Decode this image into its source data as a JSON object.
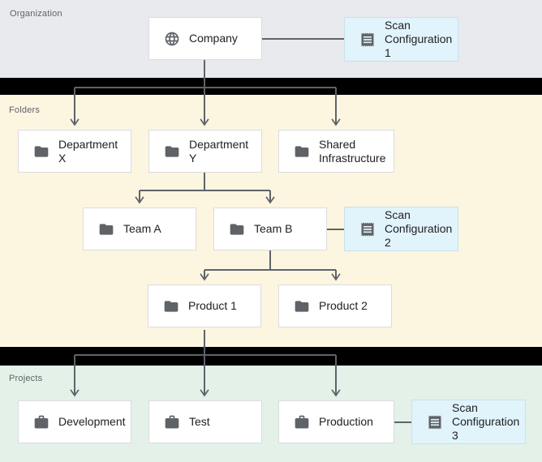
{
  "sections": {
    "organization": {
      "label": "Organization"
    },
    "folders": {
      "label": "Folders"
    },
    "projects": {
      "label": "Projects"
    }
  },
  "nodes": {
    "company": {
      "label": "Company",
      "icon": "globe-icon",
      "type": "organization"
    },
    "scan_config_1": {
      "label": "Scan Configuration 1",
      "icon": "scan-config-icon",
      "type": "scan-configuration"
    },
    "department_x": {
      "label": "Department X",
      "icon": "folder-icon",
      "type": "folder"
    },
    "department_y": {
      "label": "Department Y",
      "icon": "folder-icon",
      "type": "folder"
    },
    "shared_infrastructure": {
      "label": "Shared Infrastructure",
      "icon": "folder-icon",
      "type": "folder"
    },
    "team_a": {
      "label": "Team A",
      "icon": "folder-icon",
      "type": "folder"
    },
    "team_b": {
      "label": "Team B",
      "icon": "folder-icon",
      "type": "folder"
    },
    "scan_config_2": {
      "label": "Scan Configuration 2",
      "icon": "scan-config-icon",
      "type": "scan-configuration"
    },
    "product_1": {
      "label": "Product 1",
      "icon": "folder-icon",
      "type": "folder"
    },
    "product_2": {
      "label": "Product 2",
      "icon": "folder-icon",
      "type": "folder"
    },
    "development": {
      "label": "Development",
      "icon": "briefcase-icon",
      "type": "project"
    },
    "test": {
      "label": "Test",
      "icon": "briefcase-icon",
      "type": "project"
    },
    "production": {
      "label": "Production",
      "icon": "briefcase-icon",
      "type": "project"
    },
    "scan_config_3": {
      "label": "Scan Configuration 3",
      "icon": "scan-config-icon",
      "type": "scan-configuration"
    }
  },
  "edges": [
    "company -> department_x",
    "company -> department_y",
    "company -> shared_infrastructure",
    "company - scan_config_1",
    "department_y -> team_a",
    "department_y -> team_b",
    "team_b - scan_config_2",
    "team_b -> product_1",
    "team_b -> product_2",
    "product_1 -> development",
    "product_1 -> test",
    "product_1 -> production",
    "production - scan_config_3"
  ],
  "colors": {
    "organization_bg": "#e8eaed",
    "folders_bg": "#fcf5e0",
    "projects_bg": "#e3f1e8",
    "divider_bar": "#000000",
    "node_bg": "#ffffff",
    "node_border": "#dadce0",
    "scan_config_bg": "#e1f3fb",
    "scan_config_border": "#c8e2ee",
    "connector_line": "#5f6368",
    "icon": "#5f6368",
    "section_label_text": "#5f6368",
    "node_text": "#202124"
  }
}
